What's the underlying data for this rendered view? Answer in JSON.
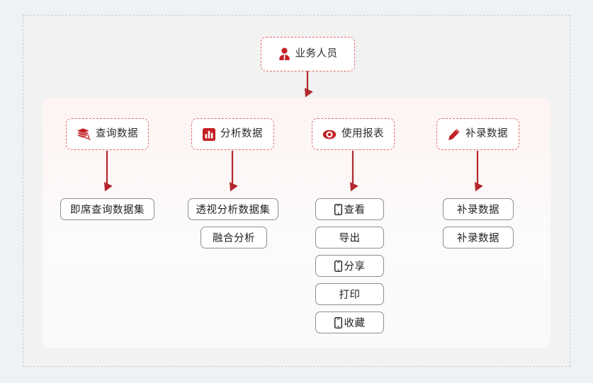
{
  "theme": {
    "page_bg": "#eef2f5",
    "frame_bg": "#f2f2f2",
    "frame_border": "#c9cdd2",
    "panel_top": "#fdf4f3",
    "panel_bottom": "#fafafa",
    "accent": "#c32025",
    "node_border": "#e06a6a",
    "leaf_border": "#8b8f94",
    "text": "#1f1f1f"
  },
  "diagram": {
    "type": "flow-tree",
    "root": {
      "label": "业务人员",
      "icon": "user-icon"
    },
    "categories": [
      {
        "label": "查询数据",
        "icon": "layers-search-icon",
        "items": [
          {
            "label": "即席查询数据集",
            "icon": null
          }
        ]
      },
      {
        "label": "分析数据",
        "icon": "bar-chart-icon",
        "items": [
          {
            "label": "透视分析数据集",
            "icon": null
          },
          {
            "label": "融合分析",
            "icon": null
          }
        ]
      },
      {
        "label": "使用报表",
        "icon": "eye-icon",
        "items": [
          {
            "label": "查看",
            "icon": "mobile-icon"
          },
          {
            "label": "导出",
            "icon": null
          },
          {
            "label": "分享",
            "icon": "mobile-icon"
          },
          {
            "label": "打印",
            "icon": null
          },
          {
            "label": "收藏",
            "icon": "mobile-icon"
          }
        ]
      },
      {
        "label": "补录数据",
        "icon": "pencil-icon",
        "items": [
          {
            "label": "补录数据",
            "icon": null
          },
          {
            "label": "补录数据",
            "icon": null
          }
        ]
      }
    ]
  }
}
